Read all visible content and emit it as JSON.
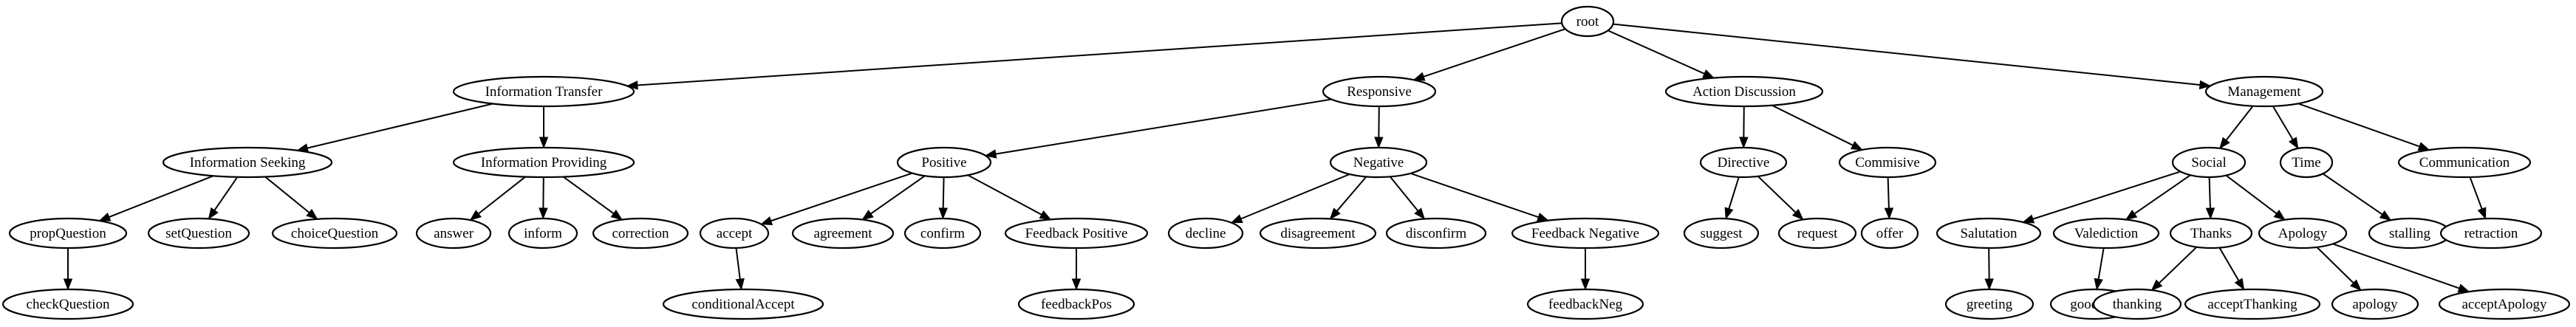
{
  "nodes": {
    "root": "root",
    "information_transfer": "Information Transfer",
    "responsive": "Responsive",
    "action_discussion": "Action Discussion",
    "management": "Management",
    "information_seeking": "Information Seeking",
    "information_providing": "Information Providing",
    "positive": "Positive",
    "negative": "Negative",
    "directive": "Directive",
    "commisive": "Commisive",
    "social": "Social",
    "time": "Time",
    "communication": "Communication",
    "prop_question": "propQuestion",
    "set_question": "setQuestion",
    "choice_question": "choiceQuestion",
    "answer": "answer",
    "inform": "inform",
    "correction": "correction",
    "accept": "accept",
    "agreement": "agreement",
    "confirm": "confirm",
    "feedback_positive": "Feedback Positive",
    "decline": "decline",
    "disagreement": "disagreement",
    "disconfirm": "disconfirm",
    "feedback_negative": "Feedback Negative",
    "suggest": "suggest",
    "request": "request",
    "offer": "offer",
    "salutation": "Salutation",
    "valediction": "Valediction",
    "thanks": "Thanks",
    "apology_group": "Apology",
    "stalling": "stalling",
    "retraction": "retraction",
    "check_question": "checkQuestion",
    "conditional_accept": "conditionalAccept",
    "feedback_pos": "feedbackPos",
    "feedback_neg": "feedbackNeg",
    "greeting": "greeting",
    "goodbye": "goodbye",
    "thanking": "thanking",
    "accept_thanking": "acceptThanking",
    "apology": "apology",
    "accept_apology": "acceptApology"
  }
}
